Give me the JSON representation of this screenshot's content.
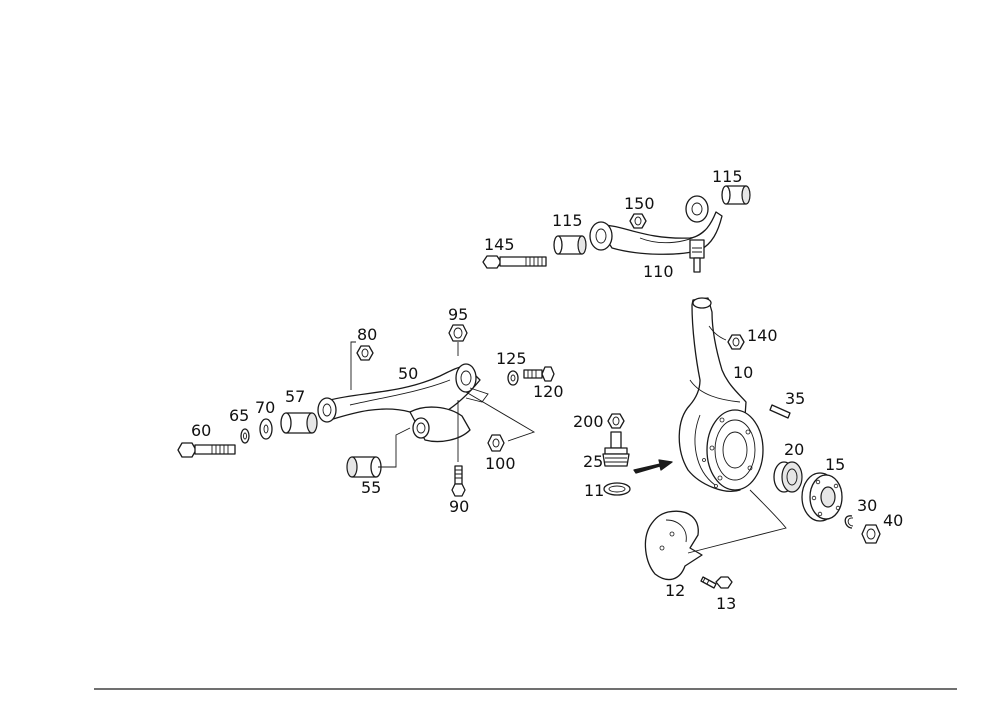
{
  "labels": {
    "p10": "10",
    "p11": "11",
    "p12": "12",
    "p13": "13",
    "p15": "15",
    "p20": "20",
    "p25": "25",
    "p30": "30",
    "p35": "35",
    "p40": "40",
    "p50": "50",
    "p55": "55",
    "p57": "57",
    "p60": "60",
    "p65": "65",
    "p70": "70",
    "p80": "80",
    "p90": "90",
    "p95": "95",
    "p100": "100",
    "p110": "110",
    "p115a": "115",
    "p115b": "115",
    "p120": "120",
    "p125": "125",
    "p140": "140",
    "p145": "145",
    "p150": "150",
    "p200": "200"
  },
  "colors": {
    "line": "#1a1a1a",
    "background": "#ffffff",
    "shade": "#e6e6e6"
  }
}
